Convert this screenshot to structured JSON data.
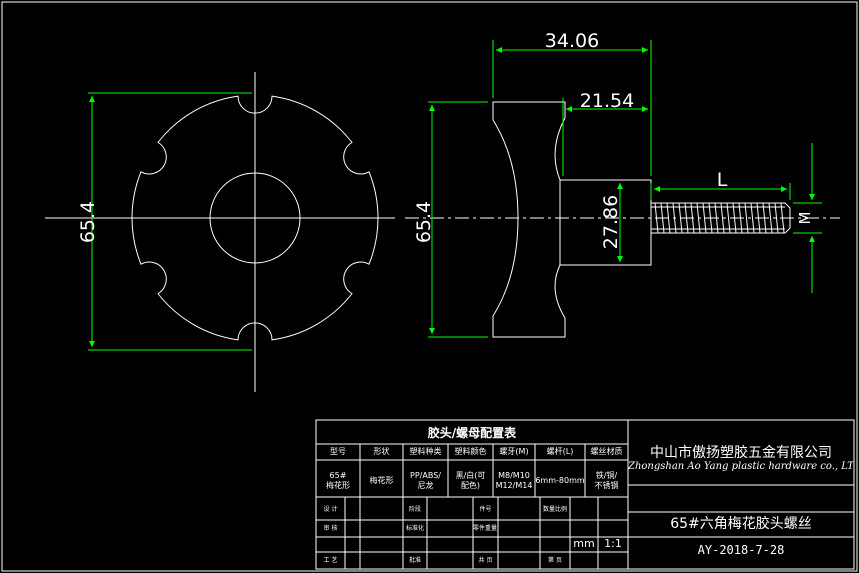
{
  "dimensions": {
    "front_height": "65.4",
    "side_height": "65.4",
    "overall_length": "34.06",
    "shank_length": "21.54",
    "shank_diameter": "27.86",
    "screw_length_symbol": "L",
    "thread_symbol": "M"
  },
  "title_block": {
    "table_title": "胶头/螺母配置表",
    "headers": [
      "型号",
      "形状",
      "塑料种类",
      "塑料颜色",
      "螺牙(M)",
      "螺杆(L)",
      "螺丝材质"
    ],
    "values": [
      "65#\n梅花形",
      "梅花形",
      "PP/ABS/\n尼龙",
      "黑/白(可\n配色)",
      "M8/M10\nM12/M14",
      "6mm-80mm",
      "铁/铜/\n不锈钢"
    ],
    "sign_rows": [
      [
        "设 计",
        "",
        "",
        "阶段",
        "",
        "件号",
        "",
        "数量比例",
        "",
        ""
      ],
      [
        "审 核",
        "",
        "",
        "标准化",
        "",
        "零件重量(kg)",
        "",
        "",
        "",
        ""
      ],
      [
        "工 艺",
        "",
        "",
        "批准",
        "",
        "共 页",
        "",
        "第 页",
        "",
        ""
      ]
    ],
    "unit": "mm",
    "scale": "1:1",
    "company_cn": "中山市傲扬塑胶五金有限公司",
    "company_en": "Zhongshan Ao Yang plastic hardware co., LTD",
    "part_name": "65#六角梅花胶头螺丝",
    "drawing_number": "AY-2018-7-28"
  },
  "colors": {
    "background": "#000000",
    "outline": "#ffffff",
    "dimension": "#00ff00",
    "centerline": "#ffffff",
    "text": "#ffffff"
  }
}
